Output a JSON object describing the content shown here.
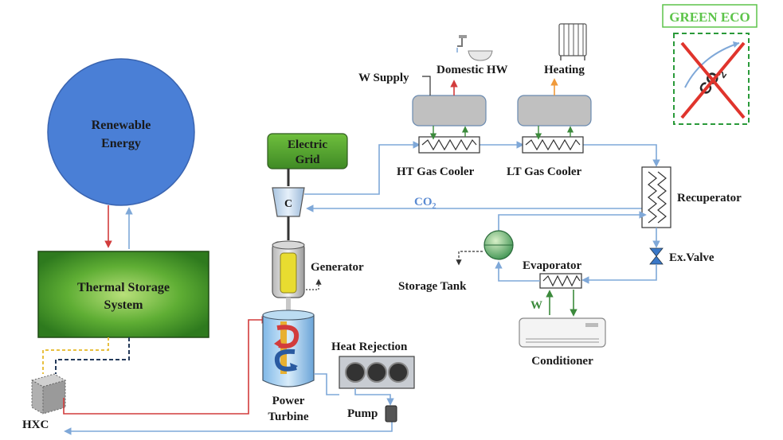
{
  "title": "",
  "labels": {
    "renewable_energy_line1": "Renewable",
    "renewable_energy_line2": "Energy",
    "thermal_storage_line1": "Thermal Storage",
    "thermal_storage_line2": "System",
    "hxc": "HXC",
    "electric_grid_line1": "Electric",
    "electric_grid_line2": "Grid",
    "compressor": "C",
    "generator": "Generator",
    "power_turbine_line1": "Power",
    "power_turbine_line2": "Turbine",
    "heat_rejection": "Heat Rejection",
    "pump": "Pump",
    "w_supply": "W Supply",
    "domestic_hw": "Domestic HW",
    "heating": "Heating",
    "ht_gas_cooler": "HT Gas Cooler",
    "lt_gas_cooler": "LT Gas Cooler",
    "recuperator": "Recuperator",
    "co2_main": "CO",
    "co2_sub": "2",
    "ex_valve": "Ex.Valve",
    "evaporator": "Evaporator",
    "storage_tank": "Storage Tank",
    "w_label": "W",
    "conditioner": "Conditioner",
    "green_eco": "GREEN ECO",
    "badge_co": "CO",
    "badge_sub": "2"
  },
  "colors": {
    "renewable_fill": "#4a7fd6",
    "thermal_storage_fill": "#3d9b2c",
    "electric_grid_fill": "#4a9a2c",
    "hot_line": "#d23c3c",
    "cold_line": "#7fa8d8",
    "water_line": "#3c8a3c",
    "green_eco_text": "#5dc44a",
    "co2_label": "#5a8ad2"
  }
}
